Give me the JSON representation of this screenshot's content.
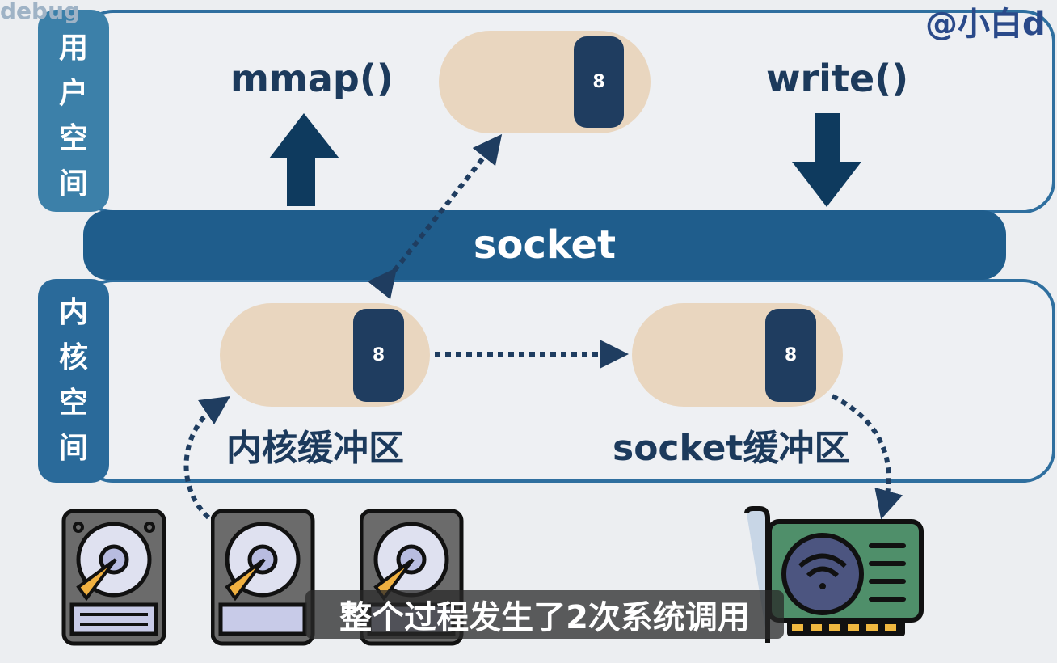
{
  "watermark": {
    "left": "debug",
    "right": "@小白d"
  },
  "user_space": {
    "label_chars": [
      "用",
      "户",
      "空",
      "间"
    ]
  },
  "kernel_space": {
    "label_chars": [
      "内",
      "核",
      "空",
      "间"
    ]
  },
  "socket_bar": {
    "label": "socket"
  },
  "calls": {
    "mmap": "mmap()",
    "write": "write()"
  },
  "buffers": {
    "user": {
      "value": "8"
    },
    "kernel": {
      "value": "8",
      "label": "内核缓冲区"
    },
    "socket": {
      "value": "8",
      "label": "socket缓冲区"
    }
  },
  "subtitle": "整个过程发生了2次系统调用",
  "colors": {
    "frame": "#2f6f9f",
    "socket_bar": "#1f5d8c",
    "buffer": "#e9d6bf",
    "block": "#1f3d60",
    "arrow": "#0e3a5e"
  }
}
